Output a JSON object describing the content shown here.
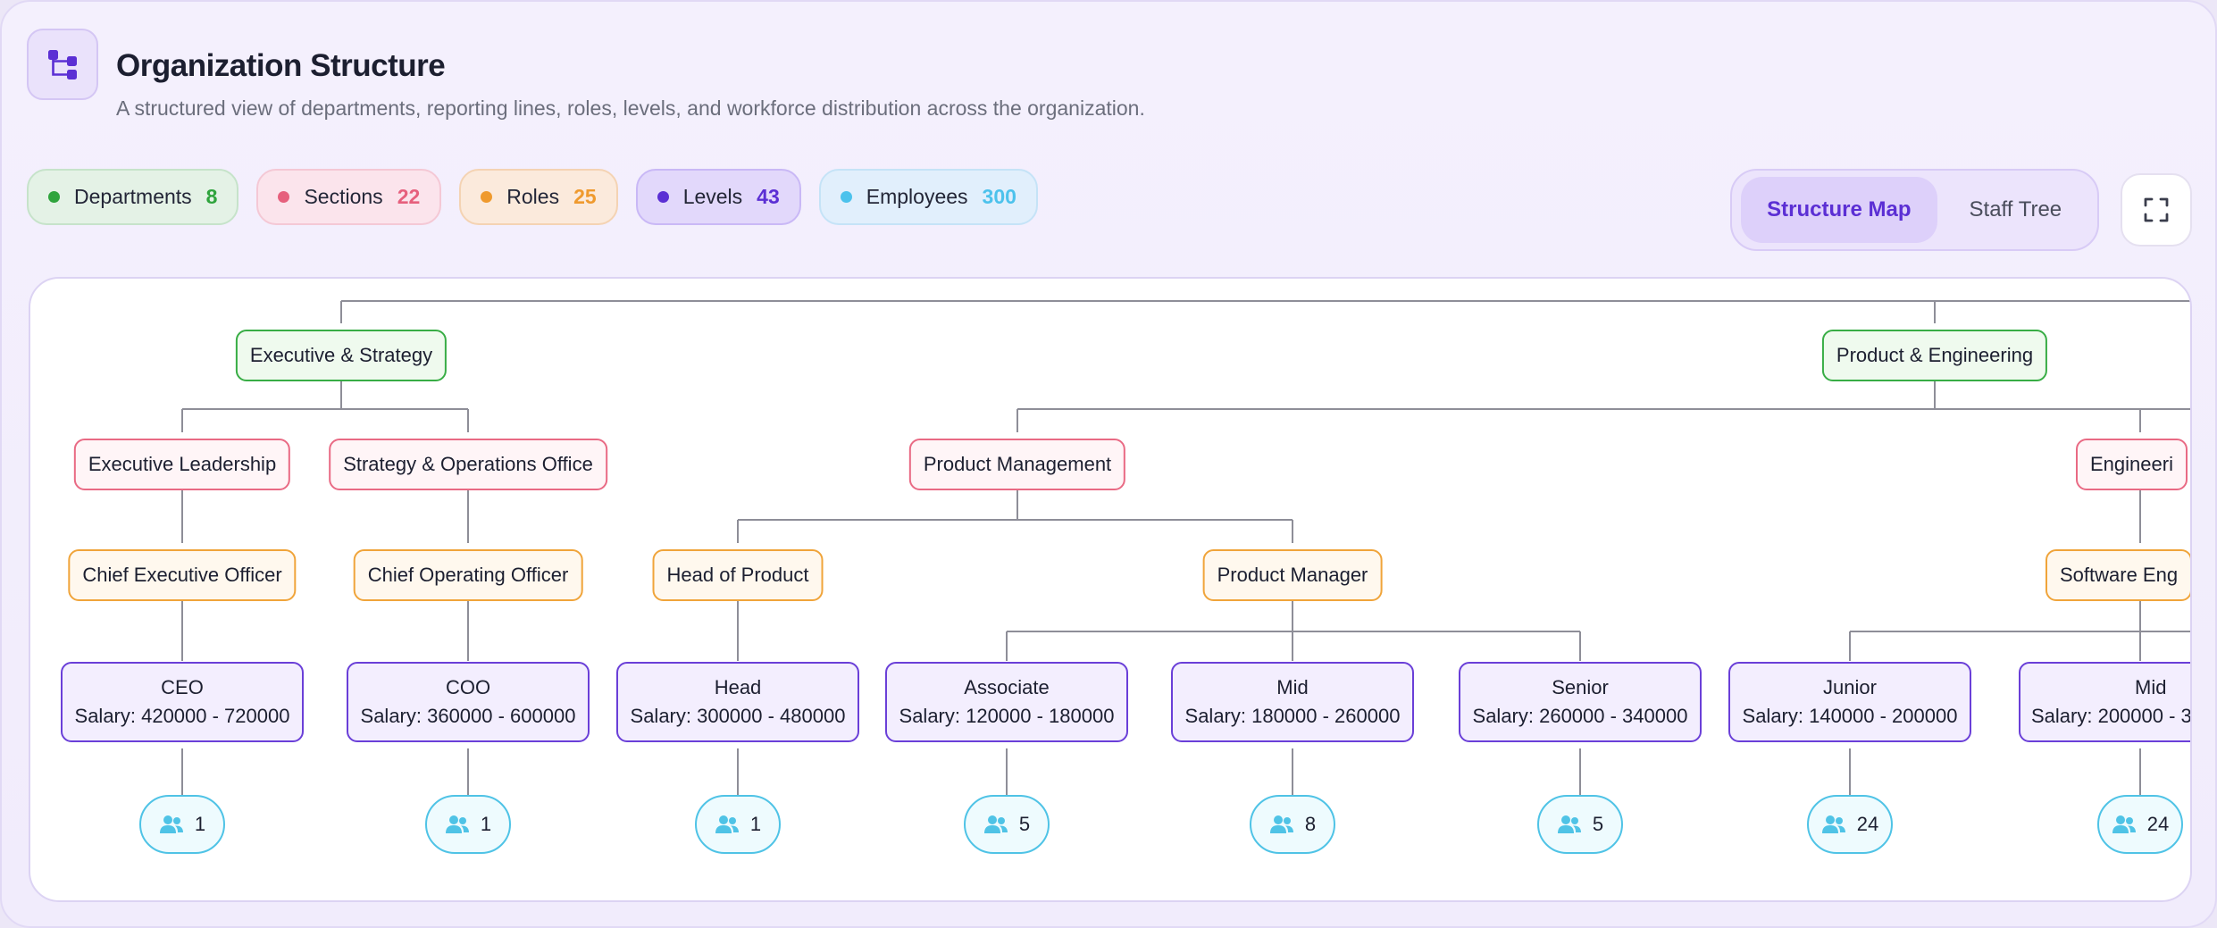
{
  "header": {
    "title": "Organization Structure",
    "subtitle": "A structured view of departments, reporting lines, roles, levels, and workforce distribution across the organization."
  },
  "stats": [
    {
      "label": "Departments",
      "value": "8",
      "color": "#2fa43d",
      "bg": "#e4f2e6",
      "border": "#c6e3ca"
    },
    {
      "label": "Sections",
      "value": "22",
      "color": "#e6607d",
      "bg": "#fbe4ec",
      "border": "#f4c8d5"
    },
    {
      "label": "Roles",
      "value": "25",
      "color": "#ef9a2e",
      "bg": "#fbeadc",
      "border": "#f4d3b3"
    },
    {
      "label": "Levels",
      "value": "43",
      "color": "#5b2fd4",
      "bg": "#e2d8fb",
      "border": "#c9b8f6"
    },
    {
      "label": "Employees",
      "value": "300",
      "color": "#4cc2ec",
      "bg": "#e1effc",
      "border": "#c5e3f7"
    }
  ],
  "view_toggle": {
    "active": "Structure Map",
    "inactive": "Staff Tree"
  },
  "icons": {
    "title": "org-chart-icon",
    "expand": "fullscreen-icon",
    "employee": "users-icon"
  },
  "colors": {
    "accent": "#5b2fd4",
    "department": "#38ad45",
    "section": "#e96a84",
    "role": "#f0a43a",
    "level": "#6a3fd8",
    "employees": "#4fc3e6"
  },
  "tree": {
    "departments": [
      {
        "name": "Executive & Strategy"
      },
      {
        "name": "Product & Engineering"
      }
    ],
    "sections": [
      {
        "name": "Executive Leadership"
      },
      {
        "name": "Strategy & Operations Office"
      },
      {
        "name": "Product Management"
      },
      {
        "name": "Engineeri"
      }
    ],
    "roles": [
      {
        "name": "Chief Executive Officer"
      },
      {
        "name": "Chief Operating Officer"
      },
      {
        "name": "Head of Product"
      },
      {
        "name": "Product Manager"
      },
      {
        "name": "Software Eng"
      }
    ],
    "levels": [
      {
        "name": "CEO",
        "salary": "Salary: 420000 - 720000",
        "employees": "1"
      },
      {
        "name": "COO",
        "salary": "Salary: 360000 - 600000",
        "employees": "1"
      },
      {
        "name": "Head",
        "salary": "Salary: 300000 - 480000",
        "employees": "1"
      },
      {
        "name": "Associate",
        "salary": "Salary: 120000 - 180000",
        "employees": "5"
      },
      {
        "name": "Mid",
        "salary": "Salary: 180000 - 260000",
        "employees": "8"
      },
      {
        "name": "Senior",
        "salary": "Salary: 260000 - 340000",
        "employees": "5"
      },
      {
        "name": "Junior",
        "salary": "Salary: 140000 - 200000",
        "employees": "24"
      },
      {
        "name": "Mid",
        "salary": "Salary: 200000 - 3",
        "employees": "24"
      }
    ]
  }
}
